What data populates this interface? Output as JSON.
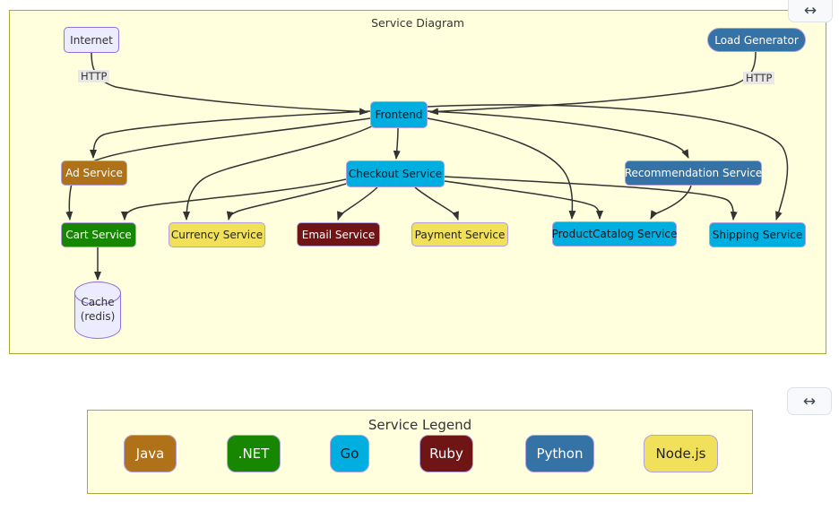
{
  "diagram": {
    "title": "Service Diagram",
    "nodes": {
      "internet": "Internet",
      "load_generator": "Load Generator",
      "frontend": "Frontend",
      "ad": "Ad Service",
      "checkout": "Checkout Service",
      "recommendation": "Recommendation Service",
      "cart": "Cart Service",
      "currency": "Currency Service",
      "email": "Email Service",
      "payment": "Payment Service",
      "product_catalog": "ProductCatalog Service",
      "shipping": "Shipping Service",
      "cache": "Cache (redis)"
    },
    "edge_labels": {
      "internet_http": "HTTP",
      "loadgen_http": "HTTP"
    },
    "edges": [
      {
        "from": "Internet",
        "to": "Frontend",
        "label": "HTTP"
      },
      {
        "from": "Load Generator",
        "to": "Frontend",
        "label": "HTTP"
      },
      {
        "from": "Frontend",
        "to": "Ad Service"
      },
      {
        "from": "Frontend",
        "to": "Cart Service"
      },
      {
        "from": "Frontend",
        "to": "Checkout Service"
      },
      {
        "from": "Frontend",
        "to": "Currency Service"
      },
      {
        "from": "Frontend",
        "to": "ProductCatalog Service"
      },
      {
        "from": "Frontend",
        "to": "Recommendation Service"
      },
      {
        "from": "Frontend",
        "to": "Shipping Service"
      },
      {
        "from": "Checkout Service",
        "to": "Cart Service"
      },
      {
        "from": "Checkout Service",
        "to": "Currency Service"
      },
      {
        "from": "Checkout Service",
        "to": "Email Service"
      },
      {
        "from": "Checkout Service",
        "to": "Payment Service"
      },
      {
        "from": "Checkout Service",
        "to": "ProductCatalog Service"
      },
      {
        "from": "Checkout Service",
        "to": "Shipping Service"
      },
      {
        "from": "Recommendation Service",
        "to": "ProductCatalog Service"
      },
      {
        "from": "Cart Service",
        "to": "Cache (redis)"
      }
    ]
  },
  "legend": {
    "title": "Service Legend",
    "items": [
      {
        "label": "Java",
        "color": "#b07219"
      },
      {
        "label": ".NET",
        "color": "#178600"
      },
      {
        "label": "Go",
        "color": "#00aee0"
      },
      {
        "label": "Ruby",
        "color": "#701516"
      },
      {
        "label": "Python",
        "color": "#3572a5"
      },
      {
        "label": "Node.js",
        "color": "#f1e05a"
      }
    ]
  },
  "controls": {
    "expand_icon": "↔"
  },
  "colors": {
    "panel_background": "#ffffde",
    "panel_border": "#aaaa33",
    "edge": "#333333",
    "lavender_fill": "#ECECFF",
    "lavender_border": "#9370DB",
    "edge_label_background": "#e8e8e8"
  }
}
